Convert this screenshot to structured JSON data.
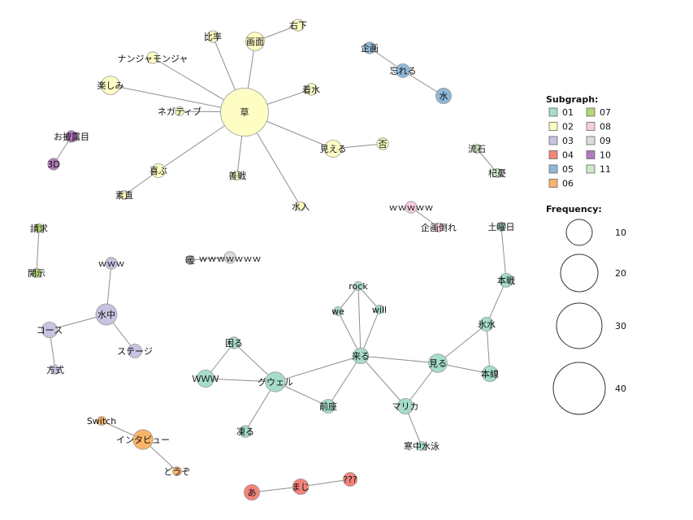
{
  "chart_data": {
    "type": "network",
    "subgraph_colors": {
      "01": "#a6dccb",
      "02": "#fdfdc4",
      "03": "#c7c3e0",
      "04": "#f4837a",
      "05": "#8fb8d8",
      "06": "#f9b469",
      "07": "#b3d774",
      "08": "#f8cde2",
      "09": "#dcdcdc",
      "10": "#b579bf",
      "11": "#cdeac7"
    },
    "nodes": [
      {
        "id": "kusa",
        "label": "草",
        "group": "02",
        "freq": 47
      },
      {
        "id": "hiritsu",
        "label": "比率",
        "group": "02",
        "freq": 2
      },
      {
        "id": "gamen",
        "label": "画面",
        "group": "02",
        "freq": 6
      },
      {
        "id": "migishita",
        "label": "右下",
        "group": "02",
        "freq": 2
      },
      {
        "id": "nanjya",
        "label": "ナンジャモンジャ",
        "group": "02",
        "freq": 2
      },
      {
        "id": "tanoshimi",
        "label": "楽しみ",
        "group": "02",
        "freq": 6
      },
      {
        "id": "negative",
        "label": "ネガティブ",
        "group": "02",
        "freq": 1
      },
      {
        "id": "chakusui",
        "label": "着水",
        "group": "02",
        "freq": 2
      },
      {
        "id": "mieru",
        "label": "見える",
        "group": "02",
        "freq": 5
      },
      {
        "id": "ina",
        "label": "否",
        "group": "02",
        "freq": 2
      },
      {
        "id": "yorokobu",
        "label": "喜ぶ",
        "group": "02",
        "freq": 3
      },
      {
        "id": "sunao",
        "label": "素直",
        "group": "02",
        "freq": 1
      },
      {
        "id": "zensen",
        "label": "善戦",
        "group": "02",
        "freq": 1
      },
      {
        "id": "mizuiri",
        "label": "水入",
        "group": "02",
        "freq": 1
      },
      {
        "id": "kikaku",
        "label": "企画",
        "group": "05",
        "freq": 2
      },
      {
        "id": "wasureru",
        "label": "忘れる",
        "group": "05",
        "freq": 3
      },
      {
        "id": "mizu",
        "label": "水",
        "group": "05",
        "freq": 4
      },
      {
        "id": "ryuseki",
        "label": "流石",
        "group": "11",
        "freq": 1
      },
      {
        "id": "kiyu",
        "label": "杞憂",
        "group": "11",
        "freq": 1
      },
      {
        "id": "ohirome",
        "label": "お披露目",
        "group": "10",
        "freq": 2
      },
      {
        "id": "3d",
        "label": "3D",
        "group": "10",
        "freq": 2
      },
      {
        "id": "wwwww",
        "label": "ｗｗｗｗｗ",
        "group": "08",
        "freq": 2
      },
      {
        "id": "kikakudaore",
        "label": "企画倒れ",
        "group": "08",
        "freq": 1
      },
      {
        "id": "seikyu",
        "label": "請求",
        "group": "07",
        "freq": 1
      },
      {
        "id": "kaiji",
        "label": "開示",
        "group": "07",
        "freq": 1
      },
      {
        "id": "dan",
        "label": "暖",
        "group": "09",
        "freq": 1
      },
      {
        "id": "wwwwwww",
        "label": "ｗｗｗｗｗｗｗ",
        "group": "09",
        "freq": 2
      },
      {
        "id": "www3",
        "label": "ｗｗｗ",
        "group": "03",
        "freq": 2
      },
      {
        "id": "suichu",
        "label": "水中",
        "group": "03",
        "freq": 8
      },
      {
        "id": "course",
        "label": "コース",
        "group": "03",
        "freq": 4
      },
      {
        "id": "stage",
        "label": "ステージ",
        "group": "03",
        "freq": 3
      },
      {
        "id": "hoshiki",
        "label": "方式",
        "group": "03",
        "freq": 1
      },
      {
        "id": "doyoubi",
        "label": "土曜日",
        "group": "01",
        "freq": 1
      },
      {
        "id": "honsen",
        "label": "本戦",
        "group": "01",
        "freq": 3
      },
      {
        "id": "suisui",
        "label": "氷水",
        "group": "01",
        "freq": 3
      },
      {
        "id": "honsen2",
        "label": "本線",
        "group": "01",
        "freq": 4
      },
      {
        "id": "rock",
        "label": "rock",
        "group": "01",
        "freq": 1
      },
      {
        "id": "we",
        "label": "we",
        "group": "01",
        "freq": 1
      },
      {
        "id": "will",
        "label": "will",
        "group": "01",
        "freq": 1
      },
      {
        "id": "kuru",
        "label": "来る",
        "group": "01",
        "freq": 4
      },
      {
        "id": "miru",
        "label": "見る",
        "group": "01",
        "freq": 6
      },
      {
        "id": "komaru",
        "label": "困る",
        "group": "01",
        "freq": 2
      },
      {
        "id": "www",
        "label": "ＷＷＷ",
        "group": "01",
        "freq": 5
      },
      {
        "id": "guel",
        "label": "グウェル",
        "group": "01",
        "freq": 7
      },
      {
        "id": "zenza",
        "label": "前座",
        "group": "01",
        "freq": 3
      },
      {
        "id": "marika",
        "label": "マリカ",
        "group": "01",
        "freq": 4
      },
      {
        "id": "kogoeru",
        "label": "凍る",
        "group": "01",
        "freq": 2
      },
      {
        "id": "kanchu",
        "label": "寒中水泳",
        "group": "01",
        "freq": 1
      },
      {
        "id": "switch",
        "label": "Switch",
        "group": "06",
        "freq": 1
      },
      {
        "id": "interview",
        "label": "インタビュー",
        "group": "06",
        "freq": 7
      },
      {
        "id": "douzo",
        "label": "どうぞ",
        "group": "06",
        "freq": 1
      },
      {
        "id": "a",
        "label": "あ",
        "group": "04",
        "freq": 4
      },
      {
        "id": "maji",
        "label": "まじ",
        "group": "04",
        "freq": 4
      },
      {
        "id": "qqq",
        "label": "???",
        "group": "04",
        "freq": 3
      }
    ],
    "edges": [
      [
        "kusa",
        "hiritsu"
      ],
      [
        "kusa",
        "gamen"
      ],
      [
        "gamen",
        "migishita"
      ],
      [
        "kusa",
        "nanjya"
      ],
      [
        "kusa",
        "tanoshimi"
      ],
      [
        "kusa",
        "negative"
      ],
      [
        "kusa",
        "chakusui"
      ],
      [
        "kusa",
        "mieru"
      ],
      [
        "mieru",
        "ina"
      ],
      [
        "kusa",
        "yorokobu"
      ],
      [
        "yorokobu",
        "sunao"
      ],
      [
        "kusa",
        "zensen"
      ],
      [
        "kusa",
        "mizuiri"
      ],
      [
        "kikaku",
        "wasureru"
      ],
      [
        "wasureru",
        "mizu"
      ],
      [
        "ryuseki",
        "kiyu"
      ],
      [
        "ohirome",
        "3d"
      ],
      [
        "wwwww",
        "kikakudaore"
      ],
      [
        "seikyu",
        "kaiji"
      ],
      [
        "dan",
        "wwwwwww"
      ],
      [
        "www3",
        "suichu"
      ],
      [
        "suichu",
        "course"
      ],
      [
        "suichu",
        "stage"
      ],
      [
        "course",
        "hoshiki"
      ],
      [
        "doyoubi",
        "honsen"
      ],
      [
        "honsen",
        "suisui"
      ],
      [
        "suisui",
        "miru"
      ],
      [
        "suisui",
        "honsen2"
      ],
      [
        "miru",
        "honsen2"
      ],
      [
        "kuru",
        "miru"
      ],
      [
        "kuru",
        "rock"
      ],
      [
        "kuru",
        "we"
      ],
      [
        "kuru",
        "will"
      ],
      [
        "rock",
        "we"
      ],
      [
        "rock",
        "will"
      ],
      [
        "kuru",
        "guel"
      ],
      [
        "kuru",
        "zenza"
      ],
      [
        "kuru",
        "marika"
      ],
      [
        "miru",
        "marika"
      ],
      [
        "marika",
        "kanchu"
      ],
      [
        "komaru",
        "www"
      ],
      [
        "komaru",
        "guel"
      ],
      [
        "www",
        "guel"
      ],
      [
        "guel",
        "zenza"
      ],
      [
        "guel",
        "kogoeru"
      ],
      [
        "switch",
        "interview"
      ],
      [
        "interview",
        "douzo"
      ],
      [
        "a",
        "maji"
      ],
      [
        "maji",
        "qqq"
      ]
    ],
    "legend": {
      "subgraph_title": "Subgraph:",
      "subgraphs": [
        "01",
        "02",
        "03",
        "04",
        "05",
        "06",
        "07",
        "08",
        "09",
        "10",
        "11"
      ],
      "frequency_title": "Frequency:",
      "frequencies": [
        10,
        20,
        30,
        40
      ]
    }
  }
}
